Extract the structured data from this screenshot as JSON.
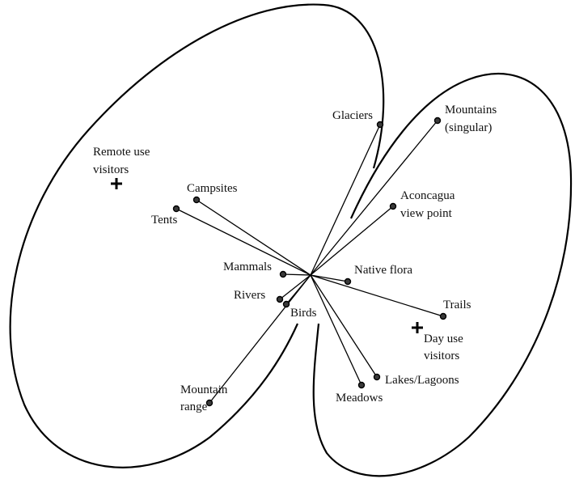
{
  "groups": {
    "remote": {
      "label_line1": "Remote use",
      "label_line2": "visitors"
    },
    "day": {
      "label_line1": "Day use",
      "label_line2": "visitors"
    }
  },
  "attributes": {
    "glaciers": "Glaciers",
    "mountains_line1": "Mountains",
    "mountains_line2": "(singular)",
    "aconcagua_line1": "Aconcagua",
    "aconcagua_line2": "view point",
    "campsites": "Campsites",
    "tents": "Tents",
    "mammals": "Mammals",
    "native_flora": "Native flora",
    "rivers": "Rivers",
    "birds": "Birds",
    "trails": "Trails",
    "mountain_range_line1": "Mountain",
    "mountain_range_line2": "range",
    "lakes_lagoons": "Lakes/Lagoons",
    "meadows": "Meadows"
  },
  "colors": {
    "ink": "#000000",
    "point_fill": "#3a3a3a"
  }
}
